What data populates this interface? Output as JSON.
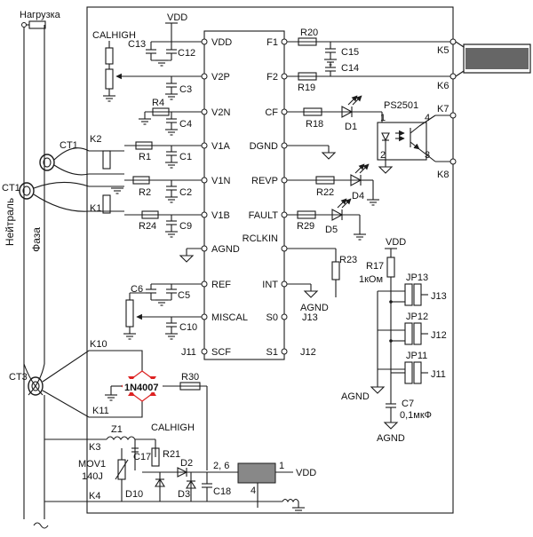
{
  "board_labels": {
    "load": "Нагрузка",
    "neutral": "Нейтраль",
    "phase": "Фаза",
    "ct1_left": "CT1",
    "ct1": "CT1",
    "ct3": "CT3",
    "k1": "K1",
    "k2": "K2",
    "k3": "K3",
    "k4": "K4",
    "k5": "K5",
    "k6": "K6",
    "k7": "K7",
    "k8": "K8",
    "k10": "K10",
    "k11": "K11"
  },
  "chip_left_pins": [
    "VDD",
    "V2P",
    "V2N",
    "V1A",
    "V1N",
    "V1B",
    "AGND",
    "REF",
    "MISCAL",
    "SCF"
  ],
  "chip_right_pins": [
    "F1",
    "F2",
    "CF",
    "DGND",
    "REVP",
    "FAULT",
    "RCLKIN",
    "INT",
    "S0",
    "S1"
  ],
  "components": {
    "c13": "C13",
    "c12": "C12",
    "calhigh_top": "CALHIGH",
    "vdd_top": "VDD",
    "c3": "C3",
    "r4": "R4",
    "c4": "C4",
    "r1": "R1",
    "c1": "C1",
    "r2": "R2",
    "c2": "C2",
    "r24": "R24",
    "c9": "C9",
    "c6": "C6",
    "c5": "C5",
    "c10": "C10",
    "j11_left": "J11",
    "r20": "R20",
    "c15": "C15",
    "c14": "C14",
    "r19": "R19",
    "r18": "R18",
    "d1": "D1",
    "ps2501": "PS2501",
    "r22": "R22",
    "d4": "D4",
    "r29": "R29",
    "d5": "D5",
    "r23": "R23",
    "agnd_int": "AGND",
    "j13_s0": "J13",
    "j12_s1": "J12",
    "vdd_r17": "VDD",
    "r17": "R17",
    "r17_val": "1кОм",
    "jp13": "JP13",
    "jp12": "JP12",
    "jp11": "JP11",
    "j13": "J13",
    "j12": "J12",
    "j11": "J11",
    "agnd_jp": "AGND",
    "c7": "C7",
    "c7_val": "0,1мкФ",
    "agnd_c7": "AGND",
    "bridge": "1N4007",
    "r30": "R30",
    "z1": "Z1",
    "calhigh_bot": "CALHIGH",
    "c17": "C17",
    "r21": "R21",
    "mov1": "MOV1",
    "mov1_val": "140J",
    "d2": "D2",
    "d10": "D10",
    "d3": "D3",
    "c18": "C18",
    "reg_pin_26": "2, 6",
    "reg_pin_1": "1",
    "reg_pin_4": "4",
    "vdd_reg": "VDD",
    "opto_pin1": "1",
    "opto_pin2": "2",
    "opto_pin3": "3",
    "opto_pin4": "4"
  }
}
